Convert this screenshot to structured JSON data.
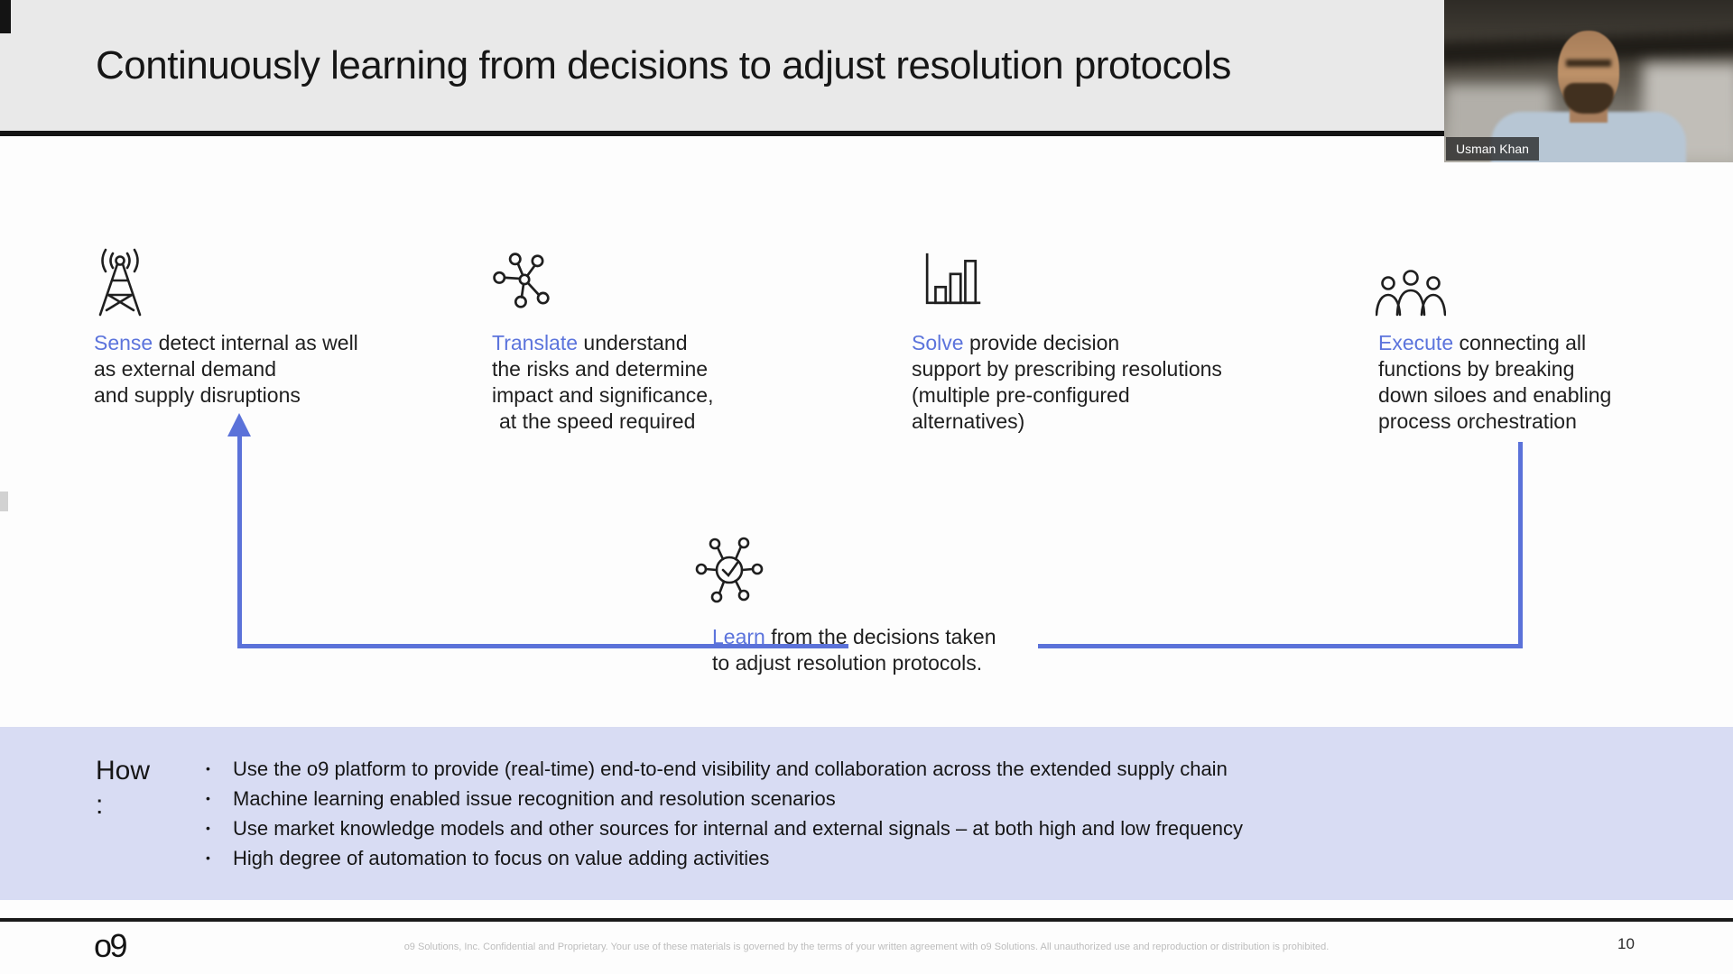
{
  "header": {
    "title": "Continuously learning from decisions to adjust resolution protocols"
  },
  "webcam": {
    "name": "Usman Khan"
  },
  "steps": [
    {
      "keyword": "Sense",
      "icon": "radio-tower-icon",
      "line1": "detect internal as well",
      "line2": "as external demand",
      "line3": "and supply disruptions"
    },
    {
      "keyword": "Translate",
      "icon": "network-nodes-icon",
      "line1": "understand",
      "line2": "the risks and determine",
      "line3": "impact and significance,",
      "line4": "at the speed required"
    },
    {
      "keyword": "Solve",
      "icon": "bar-chart-icon",
      "line1": "provide decision",
      "line2": "support by prescribing resolutions",
      "line3": "(multiple pre-configured",
      "line4": "alternatives)"
    },
    {
      "keyword": "Execute",
      "icon": "people-group-icon",
      "line1": "connecting all",
      "line2": "functions by breaking",
      "line3": "down siloes and enabling",
      "line4": "process orchestration"
    }
  ],
  "learn": {
    "keyword": "Learn",
    "icon": "network-check-icon",
    "line1": "from the decisions taken",
    "line2": "to adjust resolution protocols."
  },
  "how": {
    "label": "How",
    "colon": ":",
    "bullet_char": "•",
    "bullets": [
      "Use the o9 platform to provide (real-time) end-to-end visibility and collaboration across the extended supply chain",
      "Machine learning enabled issue recognition and resolution scenarios",
      "Use market knowledge models and other sources for internal and external signals – at both high and low frequency",
      "High degree of automation to focus on value adding activities"
    ]
  },
  "footer": {
    "logo": "o9",
    "confidential": "o9 Solutions, Inc. Confidential and Proprietary. Your use of these materials is governed by the terms of your written agreement with o9 Solutions. All unauthorized use and reproduction or distribution is prohibited.",
    "page_number": "10"
  },
  "colors": {
    "accent_blue": "#5c74dc",
    "connector_blue": "#5b72d9",
    "header_bg": "#e9e9e9",
    "how_bg": "#d8dcf3"
  }
}
